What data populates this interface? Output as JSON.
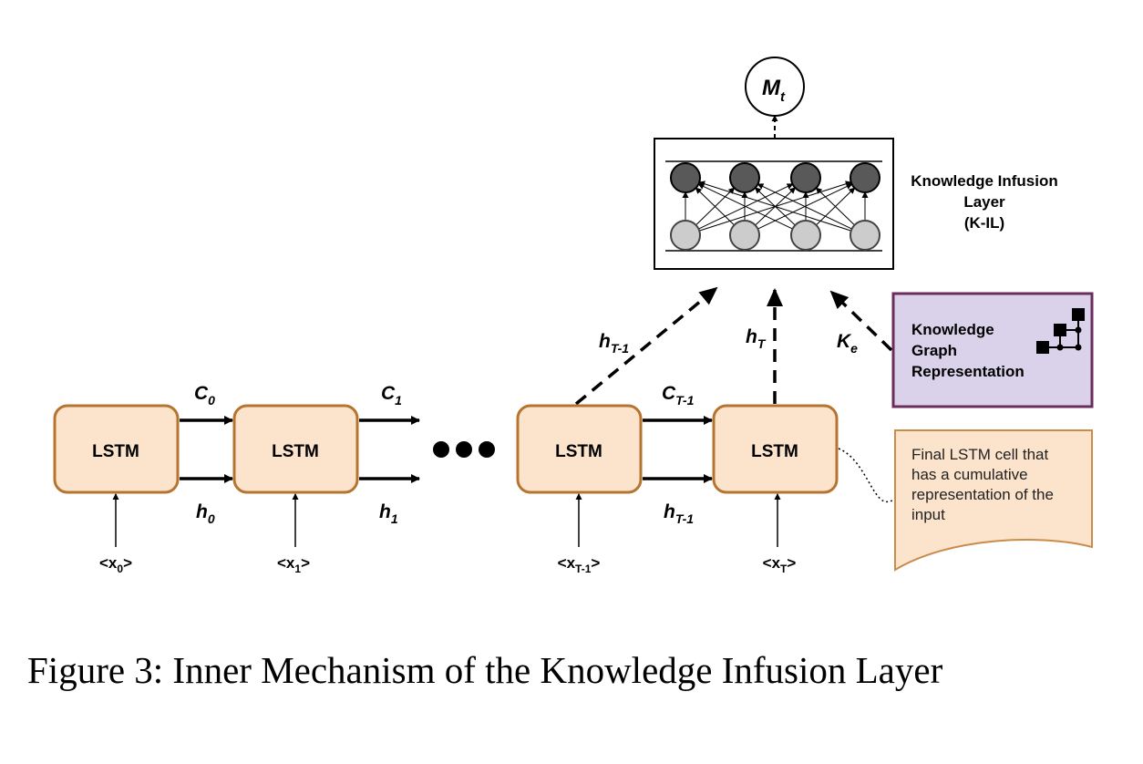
{
  "diagram": {
    "lstm_label": "LSTM",
    "output_node": {
      "main": "M",
      "sub": "t"
    },
    "kil_label": [
      "Knowledge Infusion",
      "Layer",
      "(K-IL)"
    ],
    "kg_label": [
      "Knowledge",
      "Graph",
      "Representation"
    ],
    "note_lines": [
      "Final LSTM cell that",
      "has a cumulative",
      "representation of the",
      "input"
    ],
    "inputs": [
      {
        "main": "<x",
        "sub": "0",
        "end": ">"
      },
      {
        "main": "<x",
        "sub": "1",
        "end": ">"
      },
      {
        "main": "<x",
        "sub": "T-1",
        "end": ">"
      },
      {
        "main": "<x",
        "sub": "T",
        "end": ">"
      }
    ],
    "cell_states": [
      {
        "main": "C",
        "sub": "0"
      },
      {
        "main": "C",
        "sub": "1"
      },
      {
        "main": "C",
        "sub": "T-1"
      }
    ],
    "hidden_states": [
      {
        "main": "h",
        "sub": "0"
      },
      {
        "main": "h",
        "sub": "1"
      },
      {
        "main": "h",
        "sub": "T-1"
      }
    ],
    "up_labels": [
      {
        "main": "h",
        "sub": "T-1"
      },
      {
        "main": "h",
        "sub": "T"
      },
      {
        "main": "K",
        "sub": "e"
      }
    ],
    "colors": {
      "lstm_fill": "#fbe3cc",
      "lstm_stroke": "#b5742f",
      "kg_fill": "#d9d2ea",
      "kg_stroke": "#6b2d5e",
      "note_fill": "#fbe3cc",
      "note_stroke": "#c98c4a",
      "dark_node": "#595959",
      "light_node": "#cccccc"
    }
  },
  "caption": "Figure 3: Inner Mechanism of the Knowledge Infusion Layer"
}
